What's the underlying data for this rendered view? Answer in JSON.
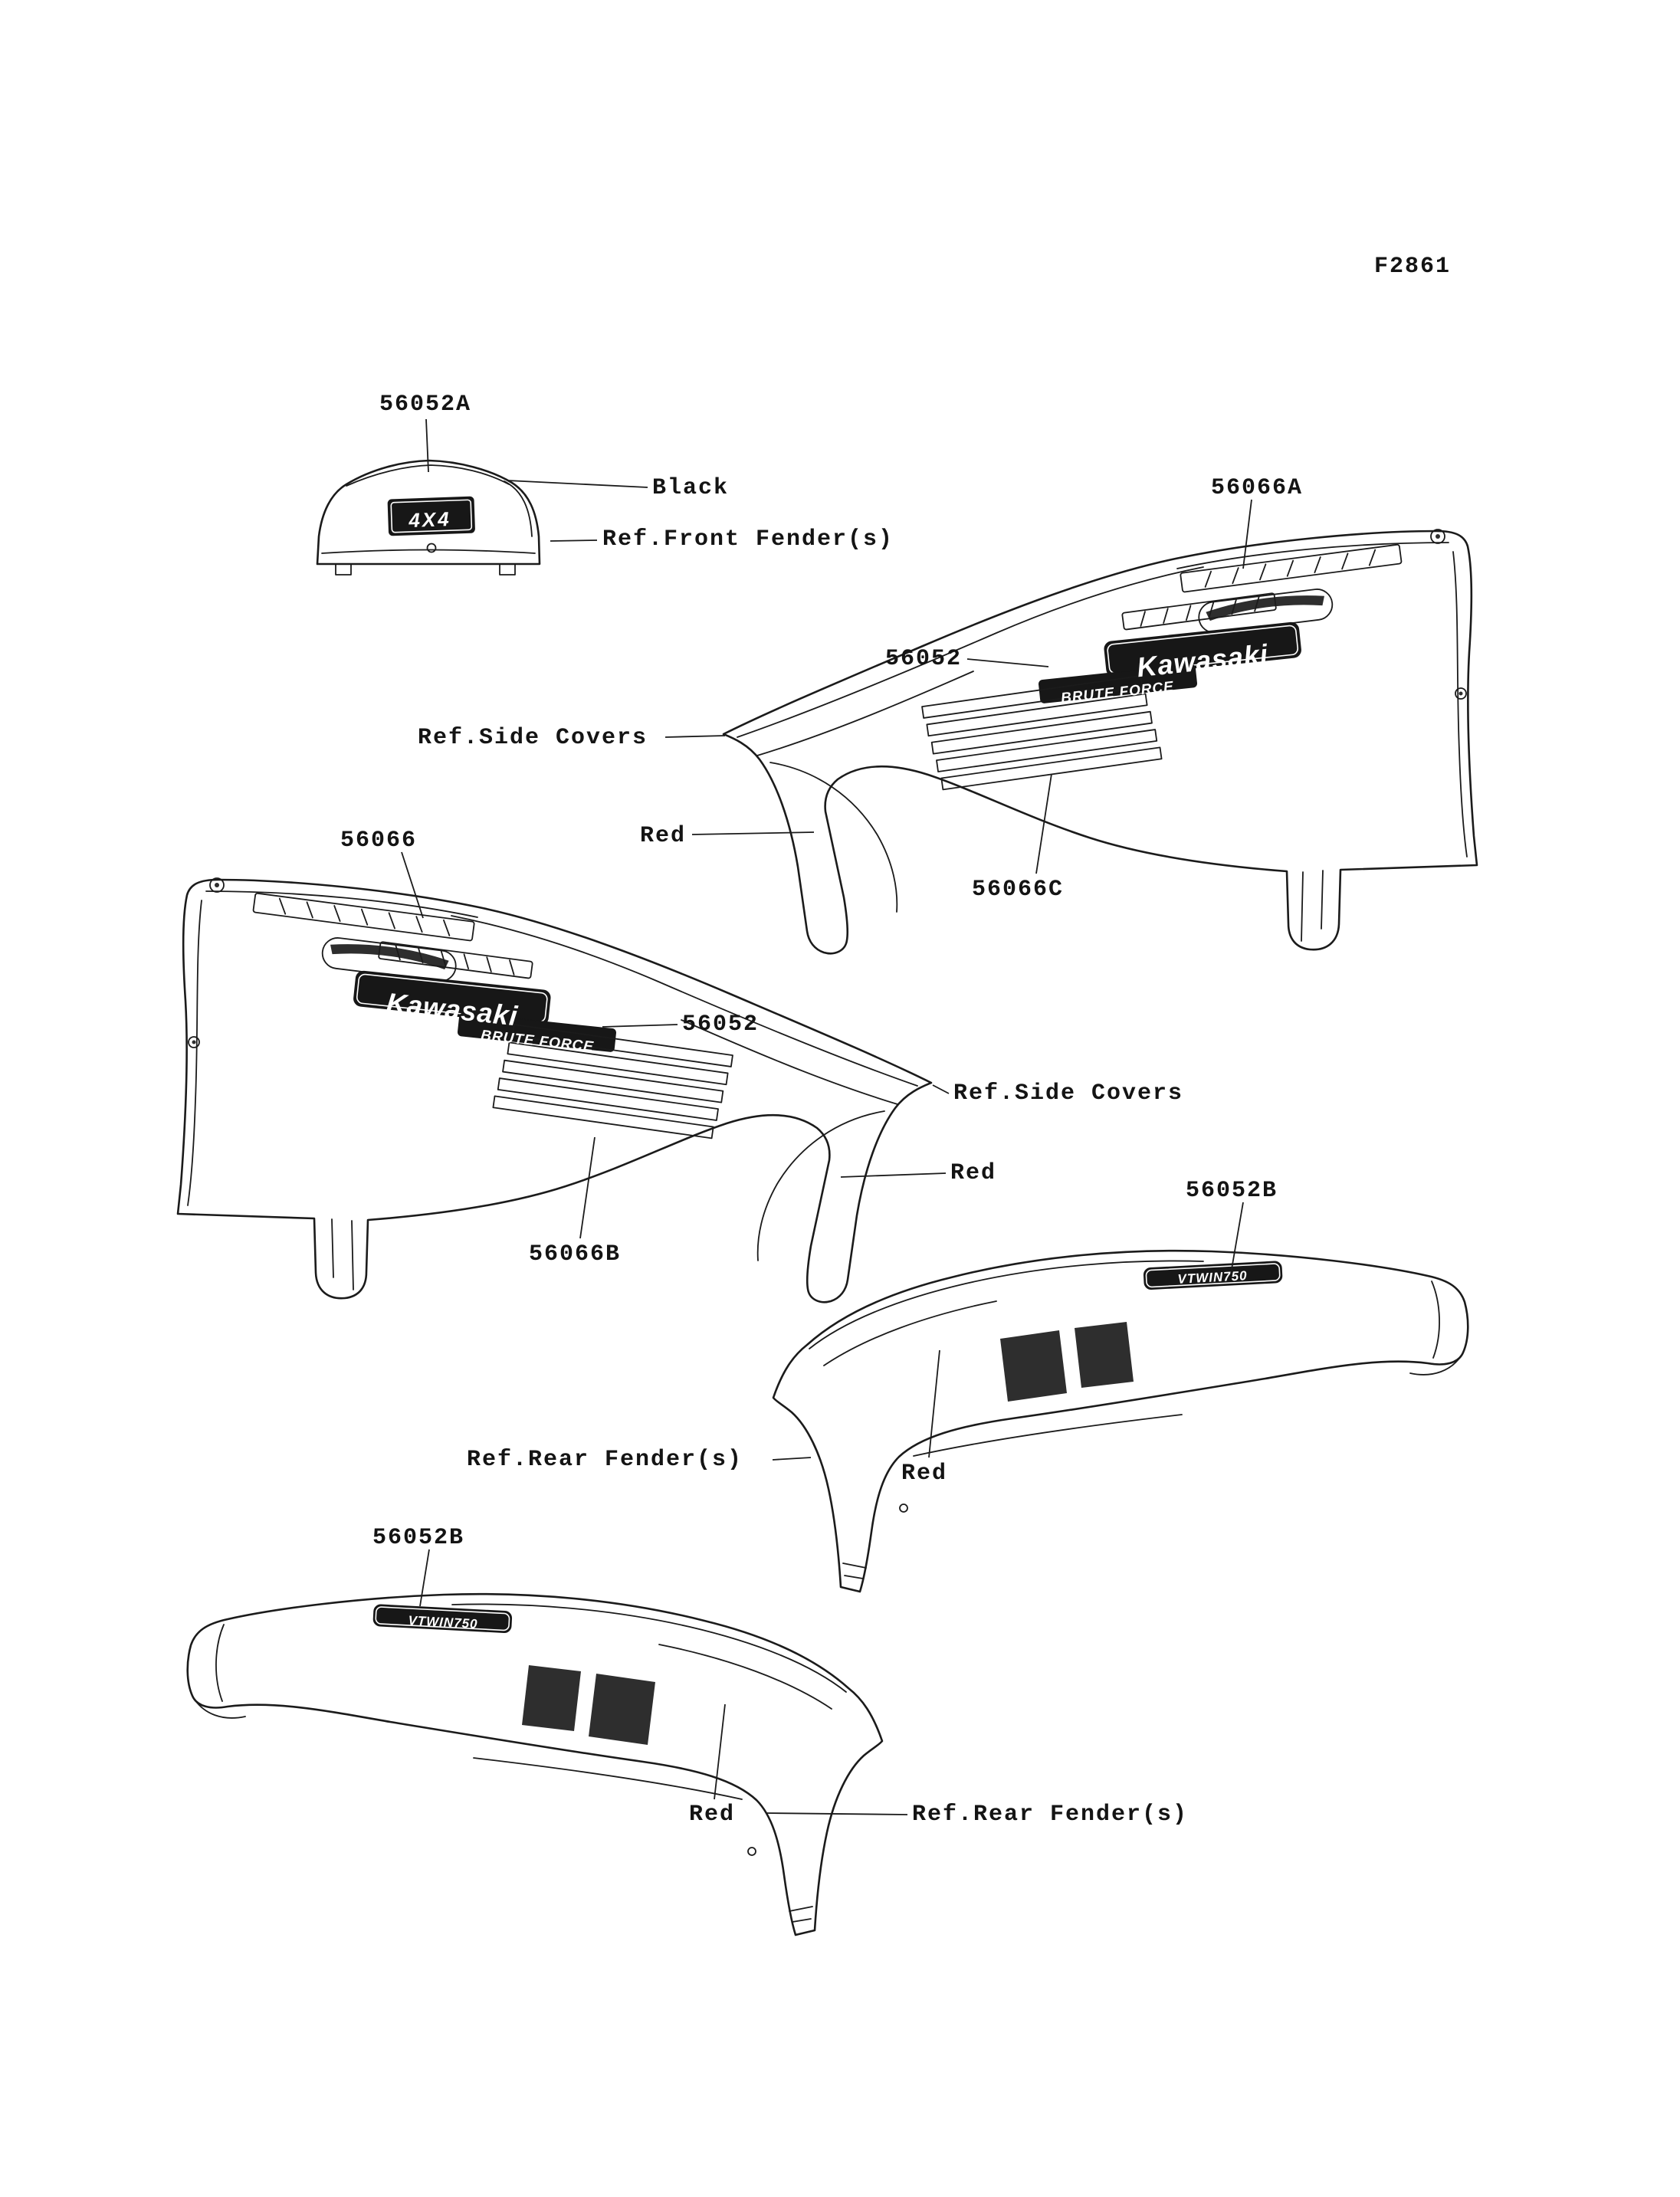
{
  "figure_code": "F2861",
  "decals": {
    "kawasaki": "Kawasaki",
    "brute_force": "BRUTE FORCE",
    "four_by_four": "4X4",
    "vtwin": "VTWIN750"
  },
  "callouts": {
    "front_fender": {
      "part": "56052A",
      "color": "Black",
      "ref": "Ref.Front Fender(s)"
    },
    "side_cover_right": {
      "band_top": "56066A",
      "logo": "56052",
      "ref": "Ref.Side Covers",
      "color": "Red",
      "decal_main": "56066C"
    },
    "side_cover_left": {
      "band_top": "56066",
      "logo": "56052",
      "ref": "Ref.Side Covers",
      "color": "Red",
      "decal_main": "56066B"
    },
    "rear_fender_right": {
      "part": "56052B",
      "ref": "Ref.Rear Fender(s)",
      "color": "Red"
    },
    "rear_fender_left": {
      "part": "56052B",
      "color": "Red",
      "ref": "Ref.Rear Fender(s)"
    }
  }
}
